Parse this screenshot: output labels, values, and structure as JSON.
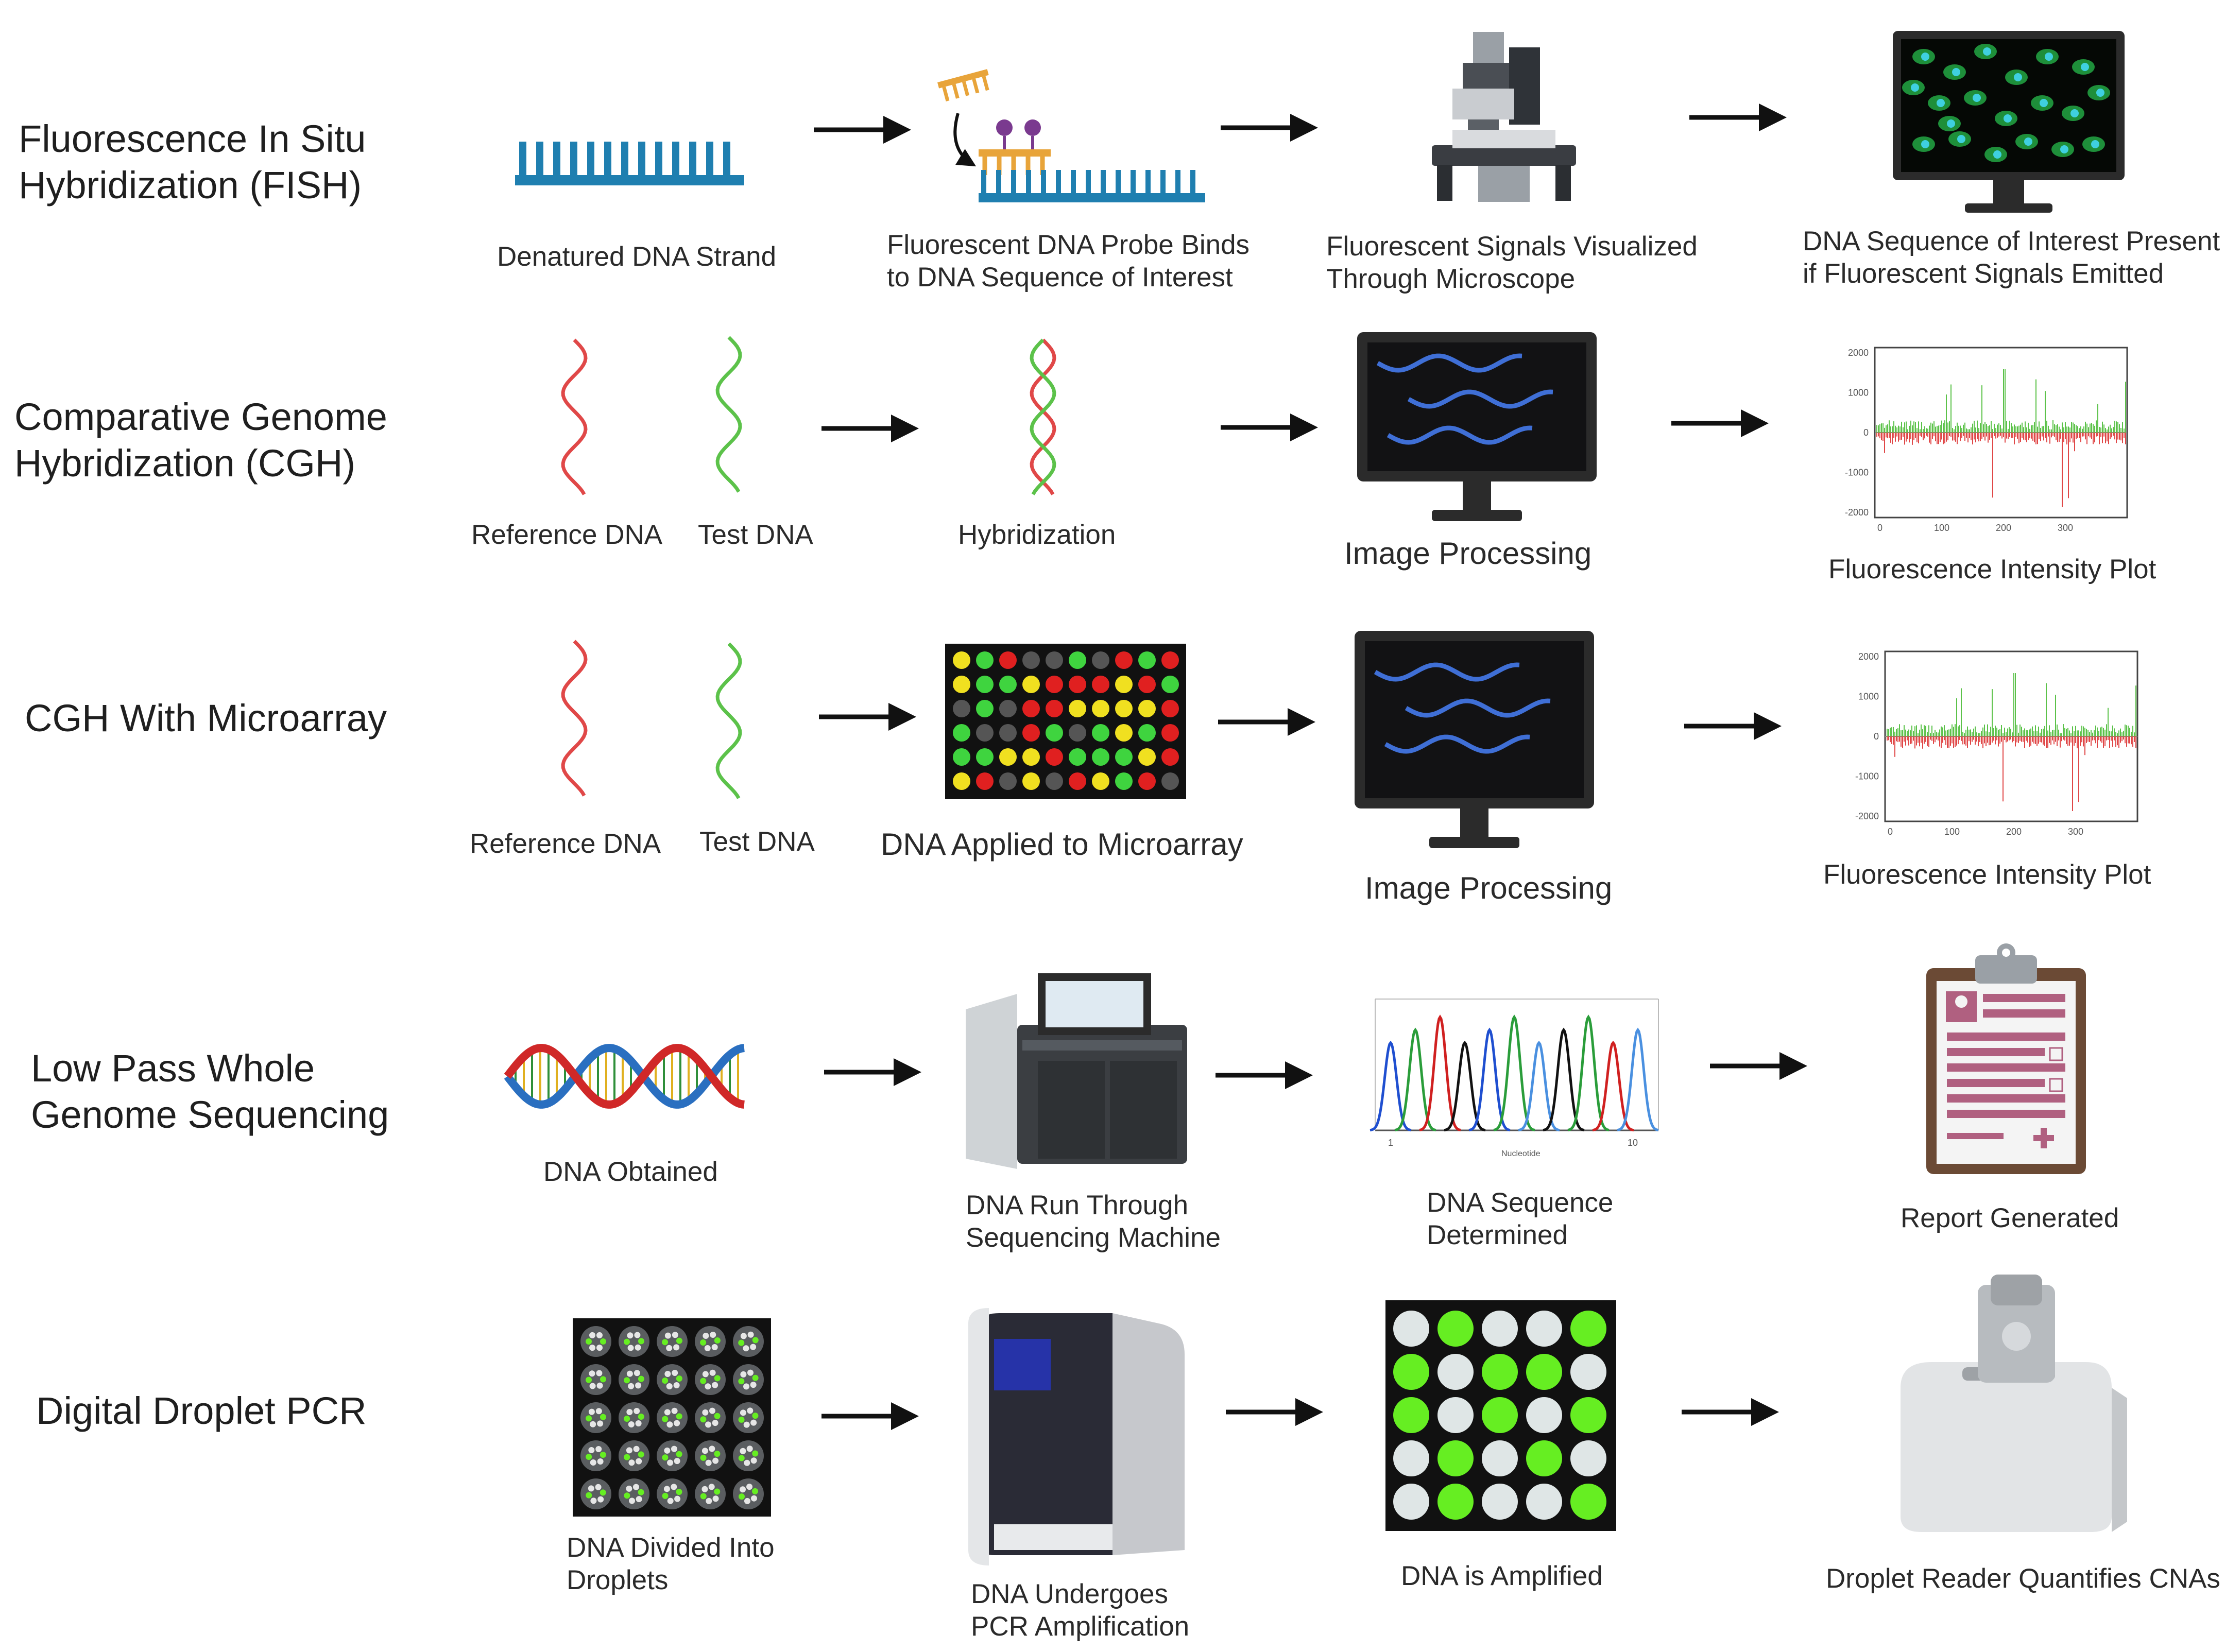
{
  "rows": [
    {
      "title": "Fluorescence In Situ\nHybridization (FISH)",
      "steps": [
        {
          "caption": "Denatured DNA Strand"
        },
        {
          "caption": "Fluorescent DNA Probe Binds\nto DNA Sequence of Interest"
        },
        {
          "caption": "Fluorescent Signals Visualized\nThrough Microscope"
        },
        {
          "caption": "DNA Sequence of Interest Present\nif Fluorescent Signals Emitted"
        }
      ]
    },
    {
      "title": "Comparative Genome\nHybridization (CGH)",
      "steps": [
        {
          "caption_a": "Reference DNA",
          "caption_b": "Test DNA"
        },
        {
          "caption": "Hybridization"
        },
        {
          "caption": "Image Processing"
        },
        {
          "caption": "Fluorescence Intensity Plot"
        }
      ]
    },
    {
      "title": "CGH With Microarray",
      "steps": [
        {
          "caption_a": "Reference DNA",
          "caption_b": "Test DNA"
        },
        {
          "caption": "DNA Applied to Microarray"
        },
        {
          "caption": "Image Processing"
        },
        {
          "caption": "Fluorescence Intensity Plot"
        }
      ]
    },
    {
      "title": "Low Pass Whole\nGenome Sequencing",
      "steps": [
        {
          "caption": "DNA Obtained"
        },
        {
          "caption": "DNA Run Through\nSequencing Machine"
        },
        {
          "caption": "DNA Sequence\nDetermined"
        },
        {
          "caption": "Report Generated"
        }
      ]
    },
    {
      "title": "Digital Droplet PCR",
      "steps": [
        {
          "caption": "DNA Divided Into\nDroplets"
        },
        {
          "caption": "DNA Undergoes\nPCR Amplification"
        },
        {
          "caption": "DNA is Amplified"
        },
        {
          "caption": "Droplet Reader Quantifies CNAs"
        }
      ]
    }
  ],
  "intensity_plot": {
    "y_ticks": [
      "2000",
      "1000",
      "0",
      "-1000",
      "-2000"
    ],
    "x_ticks": [
      "0",
      "100",
      "200",
      "300"
    ]
  },
  "sequencing_plot": {
    "x_ticks": [
      "1",
      "10"
    ],
    "xlabel": "Nucleotide"
  },
  "colors": {
    "arrow": "#111111",
    "dna_blue": "#1f7fb0",
    "probe_orange": "#e8a43a",
    "probe_purple": "#7a3a8f",
    "reference_red": "#e04848",
    "test_green": "#5cc24a",
    "monitor_frame": "#2b2b2b",
    "screen_wave": "#3f6fd6",
    "microarray_red": "#e02020",
    "microarray_green": "#3fd43f",
    "microarray_yellow": "#f0e020",
    "report_pink": "#b06080",
    "droplet_green": "#66ee22"
  },
  "icons": {
    "fish": [
      "dna-strand-icon",
      "probe-binding-icon",
      "microscope-icon",
      "monitor-cells-icon"
    ],
    "cgh": [
      "dna-strand-icon",
      "hybridized-dna-icon",
      "monitor-icon",
      "intensity-plot-icon"
    ],
    "microarray": [
      "dna-strand-icon",
      "microarray-icon",
      "monitor-icon",
      "intensity-plot-icon"
    ],
    "sequencing": [
      "double-helix-icon",
      "sequencer-icon",
      "chromatogram-icon",
      "clipboard-report-icon"
    ],
    "ddpcr": [
      "droplet-plate-icon",
      "pcr-machine-icon",
      "amplified-plate-icon",
      "droplet-reader-icon"
    ]
  }
}
